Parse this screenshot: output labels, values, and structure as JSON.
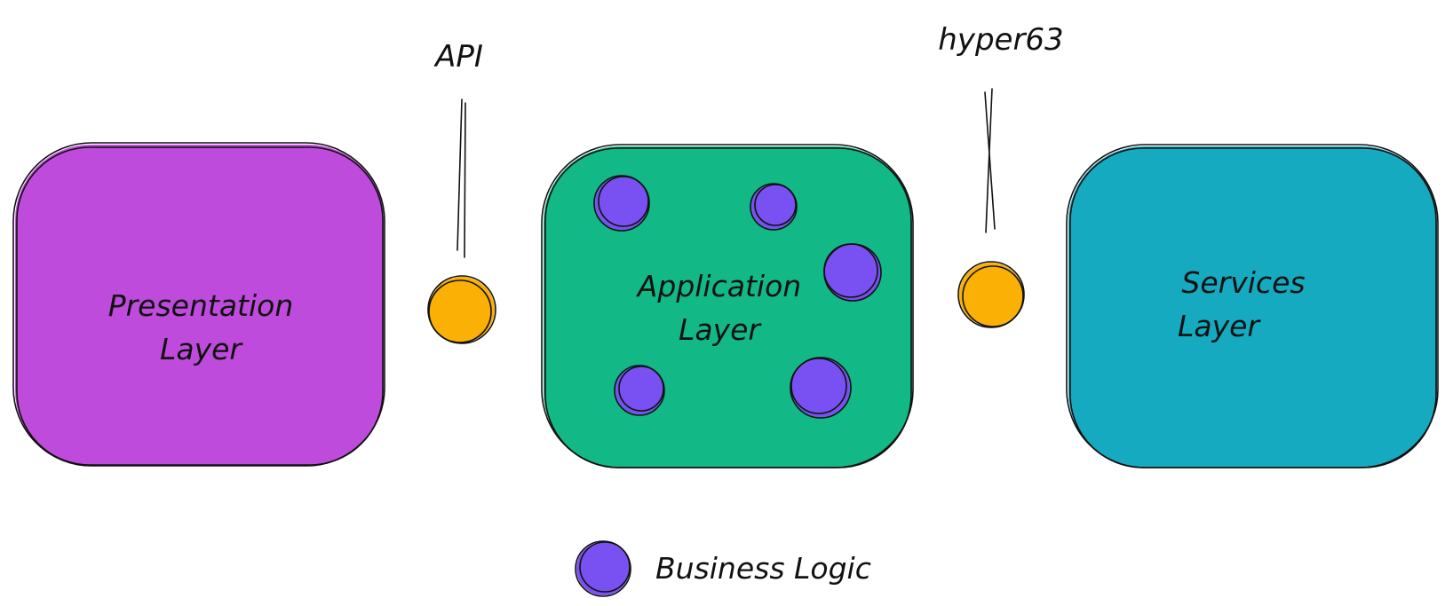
{
  "colors": {
    "presentation": "#be4bdb",
    "application": "#12b886",
    "services": "#15aabf",
    "interface": "#fab005",
    "business_logic": "#7950f2",
    "ink": "#111111"
  },
  "layers": [
    {
      "id": "presentation",
      "line1": "Presentation",
      "line2": "Layer"
    },
    {
      "id": "application",
      "line1": "Application",
      "line2": "Layer"
    },
    {
      "id": "services",
      "line1": "Services",
      "line2": "Layer"
    }
  ],
  "interfaces": [
    {
      "id": "api",
      "label": "API"
    },
    {
      "id": "hyper63",
      "label": "hyper63"
    }
  ],
  "legend": {
    "label": "Business Logic"
  }
}
